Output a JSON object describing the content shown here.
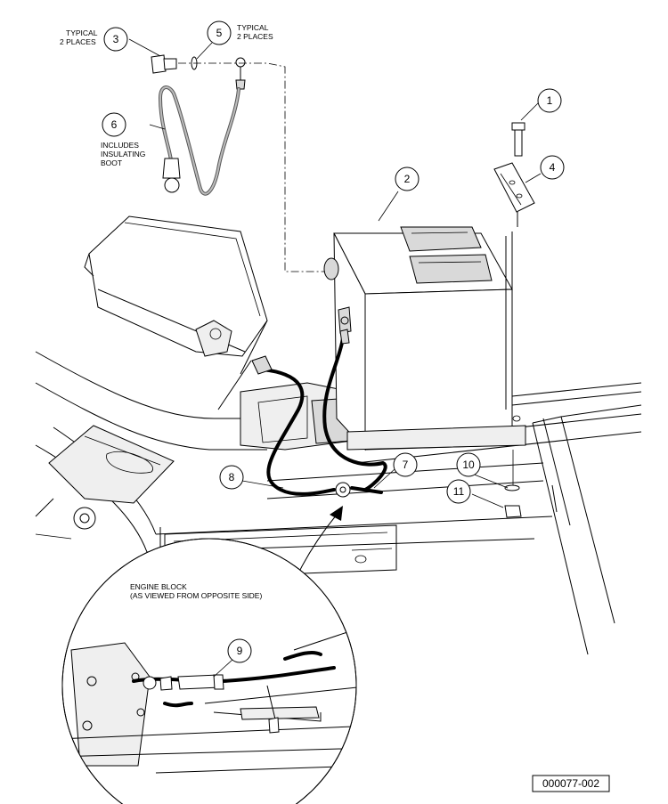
{
  "labels": {
    "typical_left": [
      "TYPICAL",
      "2 PLACES"
    ],
    "typical_right": [
      "TYPICAL",
      "2 PLACES"
    ],
    "boot_note": [
      "INCLUDES",
      "INSULATING",
      "BOOT"
    ],
    "engine_block": [
      "ENGINE BLOCK",
      "(AS VIEWED FROM OPPOSITE SIDE)"
    ],
    "drawing_number": "000077-002"
  },
  "callouts": [
    "1",
    "2",
    "3",
    "4",
    "5",
    "6",
    "7",
    "8",
    "9",
    "10",
    "11"
  ]
}
